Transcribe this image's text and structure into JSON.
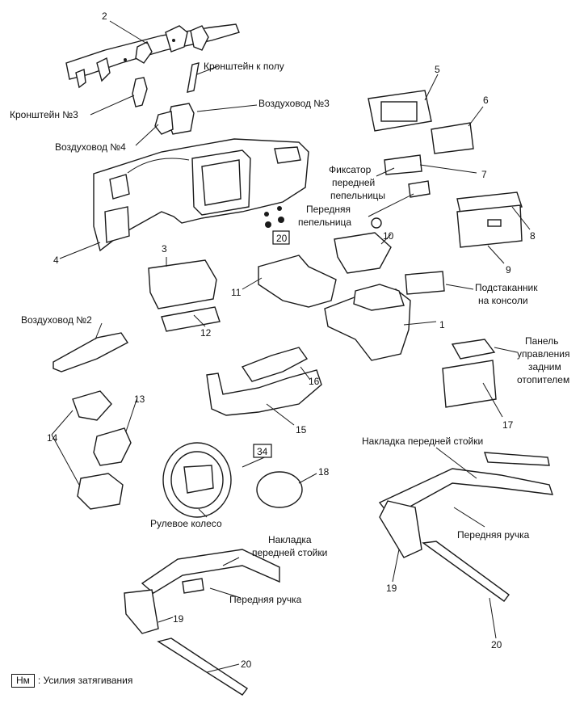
{
  "labels": {
    "floor_bracket": "Кронштейн к полу",
    "bracket_3": "Кронштейн №3",
    "duct_3": "Воздуховод №3",
    "duct_4": "Воздуховод №4",
    "ashtray_retainer_1": "Фиксатор",
    "ashtray_retainer_2": "передней",
    "ashtray_retainer_3": "пепельницы",
    "front_ashtray_1": "Передняя",
    "front_ashtray_2": "пепельница",
    "cupholder_1": "Подстаканник",
    "cupholder_2": "на консоли",
    "duct_2": "Воздуховод №2",
    "rear_heater_1": "Панель",
    "rear_heater_2": "управления",
    "rear_heater_3": "задним",
    "rear_heater_4": "отопителем",
    "pillar_trim_right": "Накладка передней стойки",
    "front_handle_right": "Передняя ручка",
    "steering_wheel": "Рулевое колесо",
    "pillar_trim_left_1": "Накладка",
    "pillar_trim_left_2": "передней стойки",
    "front_handle_left": "Передняя ручка"
  },
  "numbers": {
    "n1": "1",
    "n2": "2",
    "n3": "3",
    "n4": "4",
    "n5": "5",
    "n6": "6",
    "n7": "7",
    "n8": "8",
    "n9": "9",
    "n10": "10",
    "n11": "11",
    "n12": "12",
    "n13": "13",
    "n14": "14",
    "n15": "15",
    "n16": "16",
    "n17": "17",
    "n18": "18",
    "n19_right": "19",
    "n19_left": "19",
    "n20_right": "20",
    "n20_left": "20"
  },
  "torque": {
    "dash": "20",
    "wheel": "34"
  },
  "legend": {
    "unit": "Нм",
    "text": ": Усилия затягивания"
  }
}
